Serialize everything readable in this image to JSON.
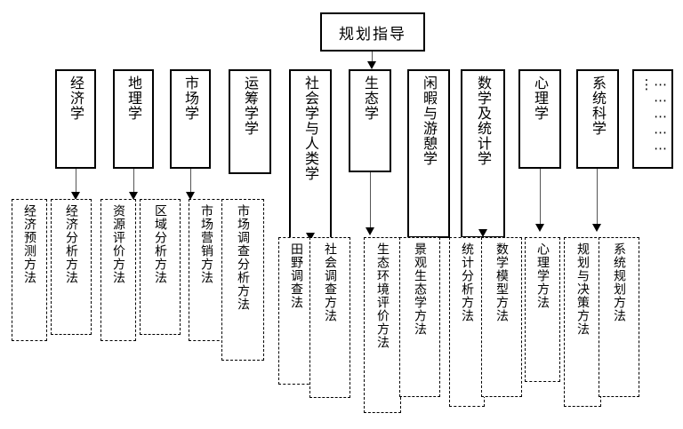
{
  "diagram": {
    "title_node": {
      "label": "规划指导"
    },
    "ellipsis_label": "⋯⋯⋯⋯⋯⋮",
    "disciplines": [
      {
        "id": "economics",
        "label": "经济学"
      },
      {
        "id": "geography",
        "label": "地理学"
      },
      {
        "id": "marketing",
        "label": "市场学"
      },
      {
        "id": "operations",
        "label": "运筹学学"
      },
      {
        "id": "sociology",
        "label": "社会学与人类学"
      },
      {
        "id": "ecology",
        "label": "生态学"
      },
      {
        "id": "leisure",
        "label": "闲暇与游憩学"
      },
      {
        "id": "mathstat",
        "label": "数学及统计学"
      },
      {
        "id": "psychology",
        "label": "心理学"
      },
      {
        "id": "systems",
        "label": "系统科学"
      },
      {
        "id": "more",
        "label": "⋯"
      }
    ],
    "methods": [
      {
        "id": "economic-forecast",
        "label": "经济预测方法"
      },
      {
        "id": "economic-analysis",
        "label": "经济分析方法"
      },
      {
        "id": "resource-eval",
        "label": "资源评价方法"
      },
      {
        "id": "regional-analysis",
        "label": "区域分析方法"
      },
      {
        "id": "market-marketing",
        "label": "市场营销方法"
      },
      {
        "id": "market-survey",
        "label": "市场调查分析方法"
      },
      {
        "id": "field-survey",
        "label": "田野调查法"
      },
      {
        "id": "social-survey",
        "label": "社会调查方法"
      },
      {
        "id": "eco-env-eval",
        "label": "生态环境评价方法"
      },
      {
        "id": "landscape-ecology",
        "label": "景观生态学方法"
      },
      {
        "id": "statistical",
        "label": "统计分析方法"
      },
      {
        "id": "math-model",
        "label": "数学模型方法"
      },
      {
        "id": "psychology-method",
        "label": "心理学方法"
      },
      {
        "id": "planning-decision",
        "label": "规划与决策方法"
      },
      {
        "id": "system-planning",
        "label": "系统规划方法"
      }
    ],
    "colors": {
      "stroke": "#000000",
      "connector": "#555555",
      "background": "#ffffff"
    }
  }
}
